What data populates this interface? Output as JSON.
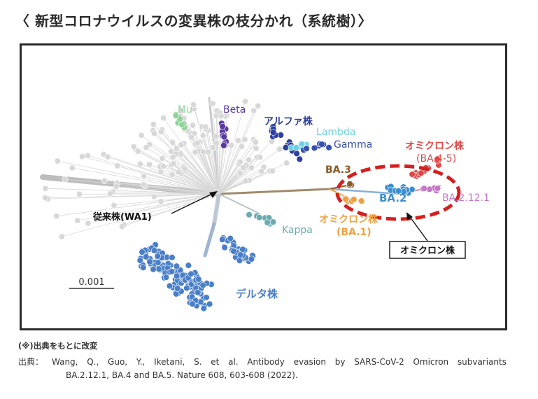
{
  "title": "〈 新型コロナウイルスの変異株の枝分かれ（系統樹）〉",
  "labels": {
    "mu": "Mu",
    "beta": "Beta",
    "alpha": "アルファ株",
    "lambda": "Lambda",
    "gamma": "Gamma",
    "omicron_ba45_line1": "オミクロン株",
    "omicron_ba45_line2": "(BA.4-5)",
    "ba3": "BA.3",
    "ba2": "BA.2",
    "ba2121": "BA.2.12.1",
    "omicron_ba1_line1": "オミクロン株",
    "omicron_ba1_line2": "(BA.1)",
    "wa1": "従来株(WA1)",
    "kappa": "Kappa",
    "omicron_callout": "オミクロン株",
    "delta": "デルタ株",
    "scale": "0.001"
  },
  "colors": {
    "mu": "#8fd29a",
    "beta": "#5a3aa0",
    "alpha": "#2e3f9e",
    "lambda": "#6fd0e0",
    "gamma": "#3550b0",
    "omicron_ba45": "#e04848",
    "ba3": "#8a5a2a",
    "ba2": "#3c8fd0",
    "ba2121": "#c478c8",
    "ba1": "#f0a040",
    "kappa": "#6aaab0",
    "delta": "#4a7fc8",
    "grey": "#d8d8d8",
    "dashed": "#d42020"
  },
  "note": "(※)出典をもとに改変",
  "source_label": "出典：",
  "source_line1": "Wang, Q., Guo, Y., Iketani, S. et al. Antibody evasion by SARS-CoV-2 Omicron subvariants",
  "source_line2": "BA.2.12.1, BA.4 and BA.5. Nature 608, 603-608 (2022)."
}
